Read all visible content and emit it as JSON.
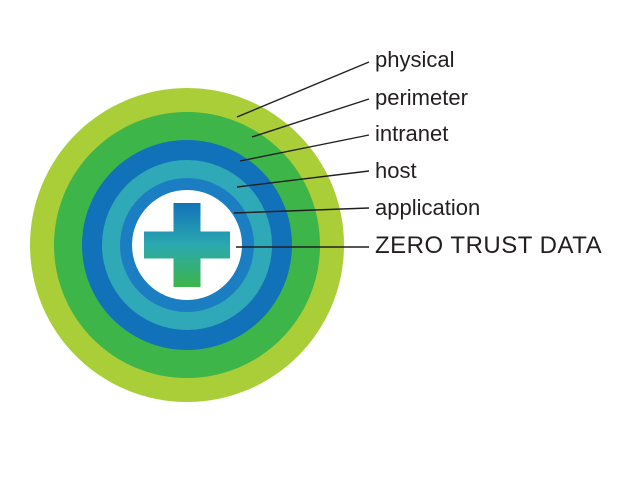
{
  "diagram": {
    "title": "zero trust layered security rings",
    "layers": [
      {
        "label": "physical",
        "color": "#a9ce38"
      },
      {
        "label": "perimeter",
        "color": "#3db549"
      },
      {
        "label": "intranet",
        "color": "#1272b9"
      },
      {
        "label": "host",
        "color": "#2fa9b8"
      },
      {
        "label": "application",
        "color": "#1b7ec2"
      },
      {
        "label": "ZERO TRUST DATA",
        "color": "#ffffff"
      }
    ],
    "cross": {
      "top_color": "#1272b9",
      "middle_color": "#2aa9b0",
      "bottom_color": "#3db549"
    },
    "line_color": "#231f20",
    "background": "#ffffff"
  }
}
